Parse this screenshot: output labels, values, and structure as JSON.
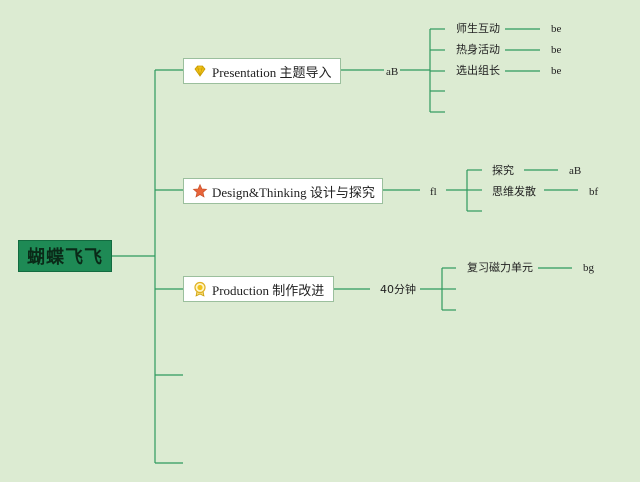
{
  "root": {
    "label": "蝴蝶飞飞"
  },
  "branches": [
    {
      "label": "Presentation 主题导入",
      "icon": "gem-icon",
      "note": "aB",
      "children": [
        {
          "label": "师生互动",
          "note": "be"
        },
        {
          "label": "热身活动",
          "note": "be"
        },
        {
          "label": "选出组长",
          "note": "be"
        },
        {
          "label": "",
          "note": ""
        },
        {
          "label": "",
          "note": ""
        }
      ]
    },
    {
      "label": "Design&Thinking 设计与探究",
      "icon": "star-icon",
      "note": "fl",
      "children": [
        {
          "label": "探究",
          "note": "aB"
        },
        {
          "label": "思维发散",
          "note": "bf"
        },
        {
          "label": "",
          "note": ""
        }
      ]
    },
    {
      "label": "Production 制作改进",
      "icon": "medal-icon",
      "note": "40分钟",
      "children": [
        {
          "label": "复习磁力单元",
          "note": "bg"
        },
        {
          "label": "",
          "note": ""
        },
        {
          "label": "",
          "note": ""
        }
      ]
    },
    {
      "label": "",
      "children": []
    },
    {
      "label": "",
      "children": []
    }
  ],
  "colors": {
    "background": "#dcebd2",
    "line": "#2e9a5e",
    "root_fill": "#1e8a55",
    "gem": "#f2c21a",
    "star": "#e8643a",
    "medal": "#e0b020"
  }
}
